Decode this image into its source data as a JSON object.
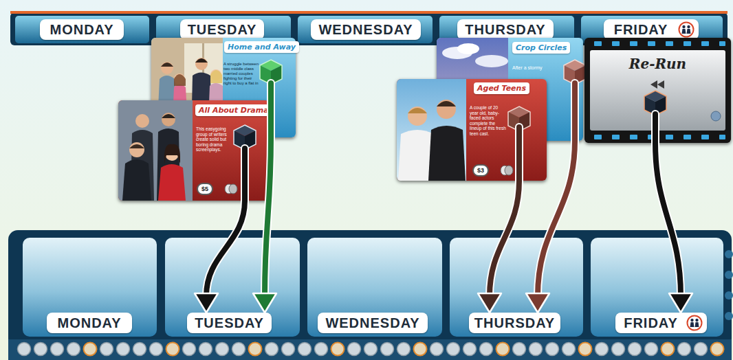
{
  "diagram": {
    "nodes": [
      {
        "text": [
          "MONDAY"
        ]
      },
      {
        "text": [
          "TUESDAY"
        ]
      },
      {
        "text": [
          "WEDNESDAY"
        ]
      },
      {
        "text": [
          "THURSDAY"
        ]
      },
      {
        "text": [
          "FRIDAY"
        ]
      },
      {
        "text": [
          "Home and Away",
          "A struggle between two middle class married couples fighting for their right to buy a flat in"
        ]
      },
      {
        "text": [
          "All About Drama",
          "This easygoing group of writers create solid but boring drama screenplays.",
          "$5"
        ]
      },
      {
        "text": [
          "Crop Circles",
          "After a stormy"
        ]
      },
      {
        "text": [
          "Aged Teens",
          "A couple of 20 year old, baby-faced actors complete the lineup of this fresh teen cast.",
          "$3"
        ]
      },
      {
        "text": [
          "Re-Run"
        ]
      },
      {
        "text": [
          "MONDAY"
        ]
      },
      {
        "text": [
          "TUESDAY"
        ]
      },
      {
        "text": [
          "WEDNESDAY"
        ]
      },
      {
        "text": [
          "THURSDAY"
        ]
      },
      {
        "text": [
          "FRIDAY"
        ]
      }
    ],
    "edges": [
      {
        "from": 6,
        "to": 11,
        "arrow": "to"
      },
      {
        "from": 5,
        "to": 11,
        "arrow": "to"
      },
      {
        "from": 8,
        "to": 13,
        "arrow": "to"
      },
      {
        "from": 7,
        "to": 13,
        "arrow": "to"
      },
      {
        "from": 9,
        "to": 14,
        "arrow": "to"
      }
    ]
  }
}
